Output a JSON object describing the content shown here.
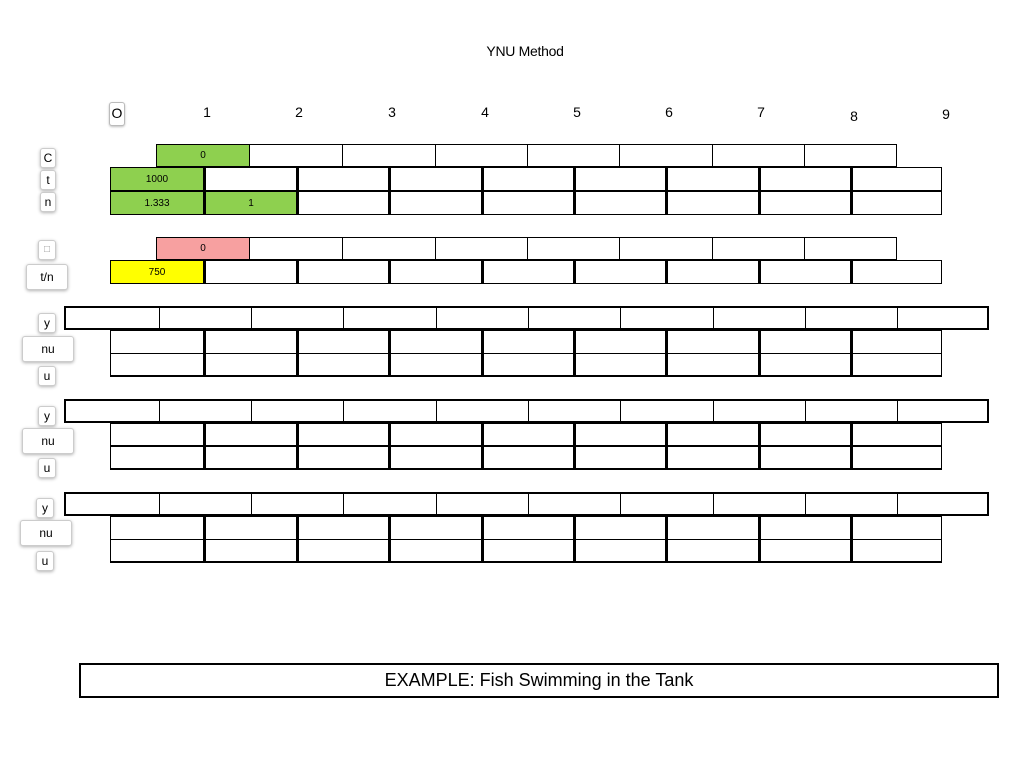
{
  "title": "YNU Method",
  "columns": [
    "O",
    "1",
    "2",
    "3",
    "4",
    "5",
    "6",
    "7",
    "8",
    "9"
  ],
  "labels": {
    "c": "C",
    "t": "t",
    "n": "n",
    "box": "□",
    "tn": "t/n",
    "y": "y",
    "nu": "nu",
    "u": "u"
  },
  "values": {
    "c_1": "0",
    "t_0": "1000",
    "n_0": "1.333",
    "n_1": "1",
    "box_1": "0",
    "tn_0": "750"
  },
  "colors": {
    "green": "#8ed04f",
    "pink": "#f7a0a0",
    "yellow": "#ffff00"
  },
  "footer": "EXAMPLE:   Fish Swimming in the Tank"
}
